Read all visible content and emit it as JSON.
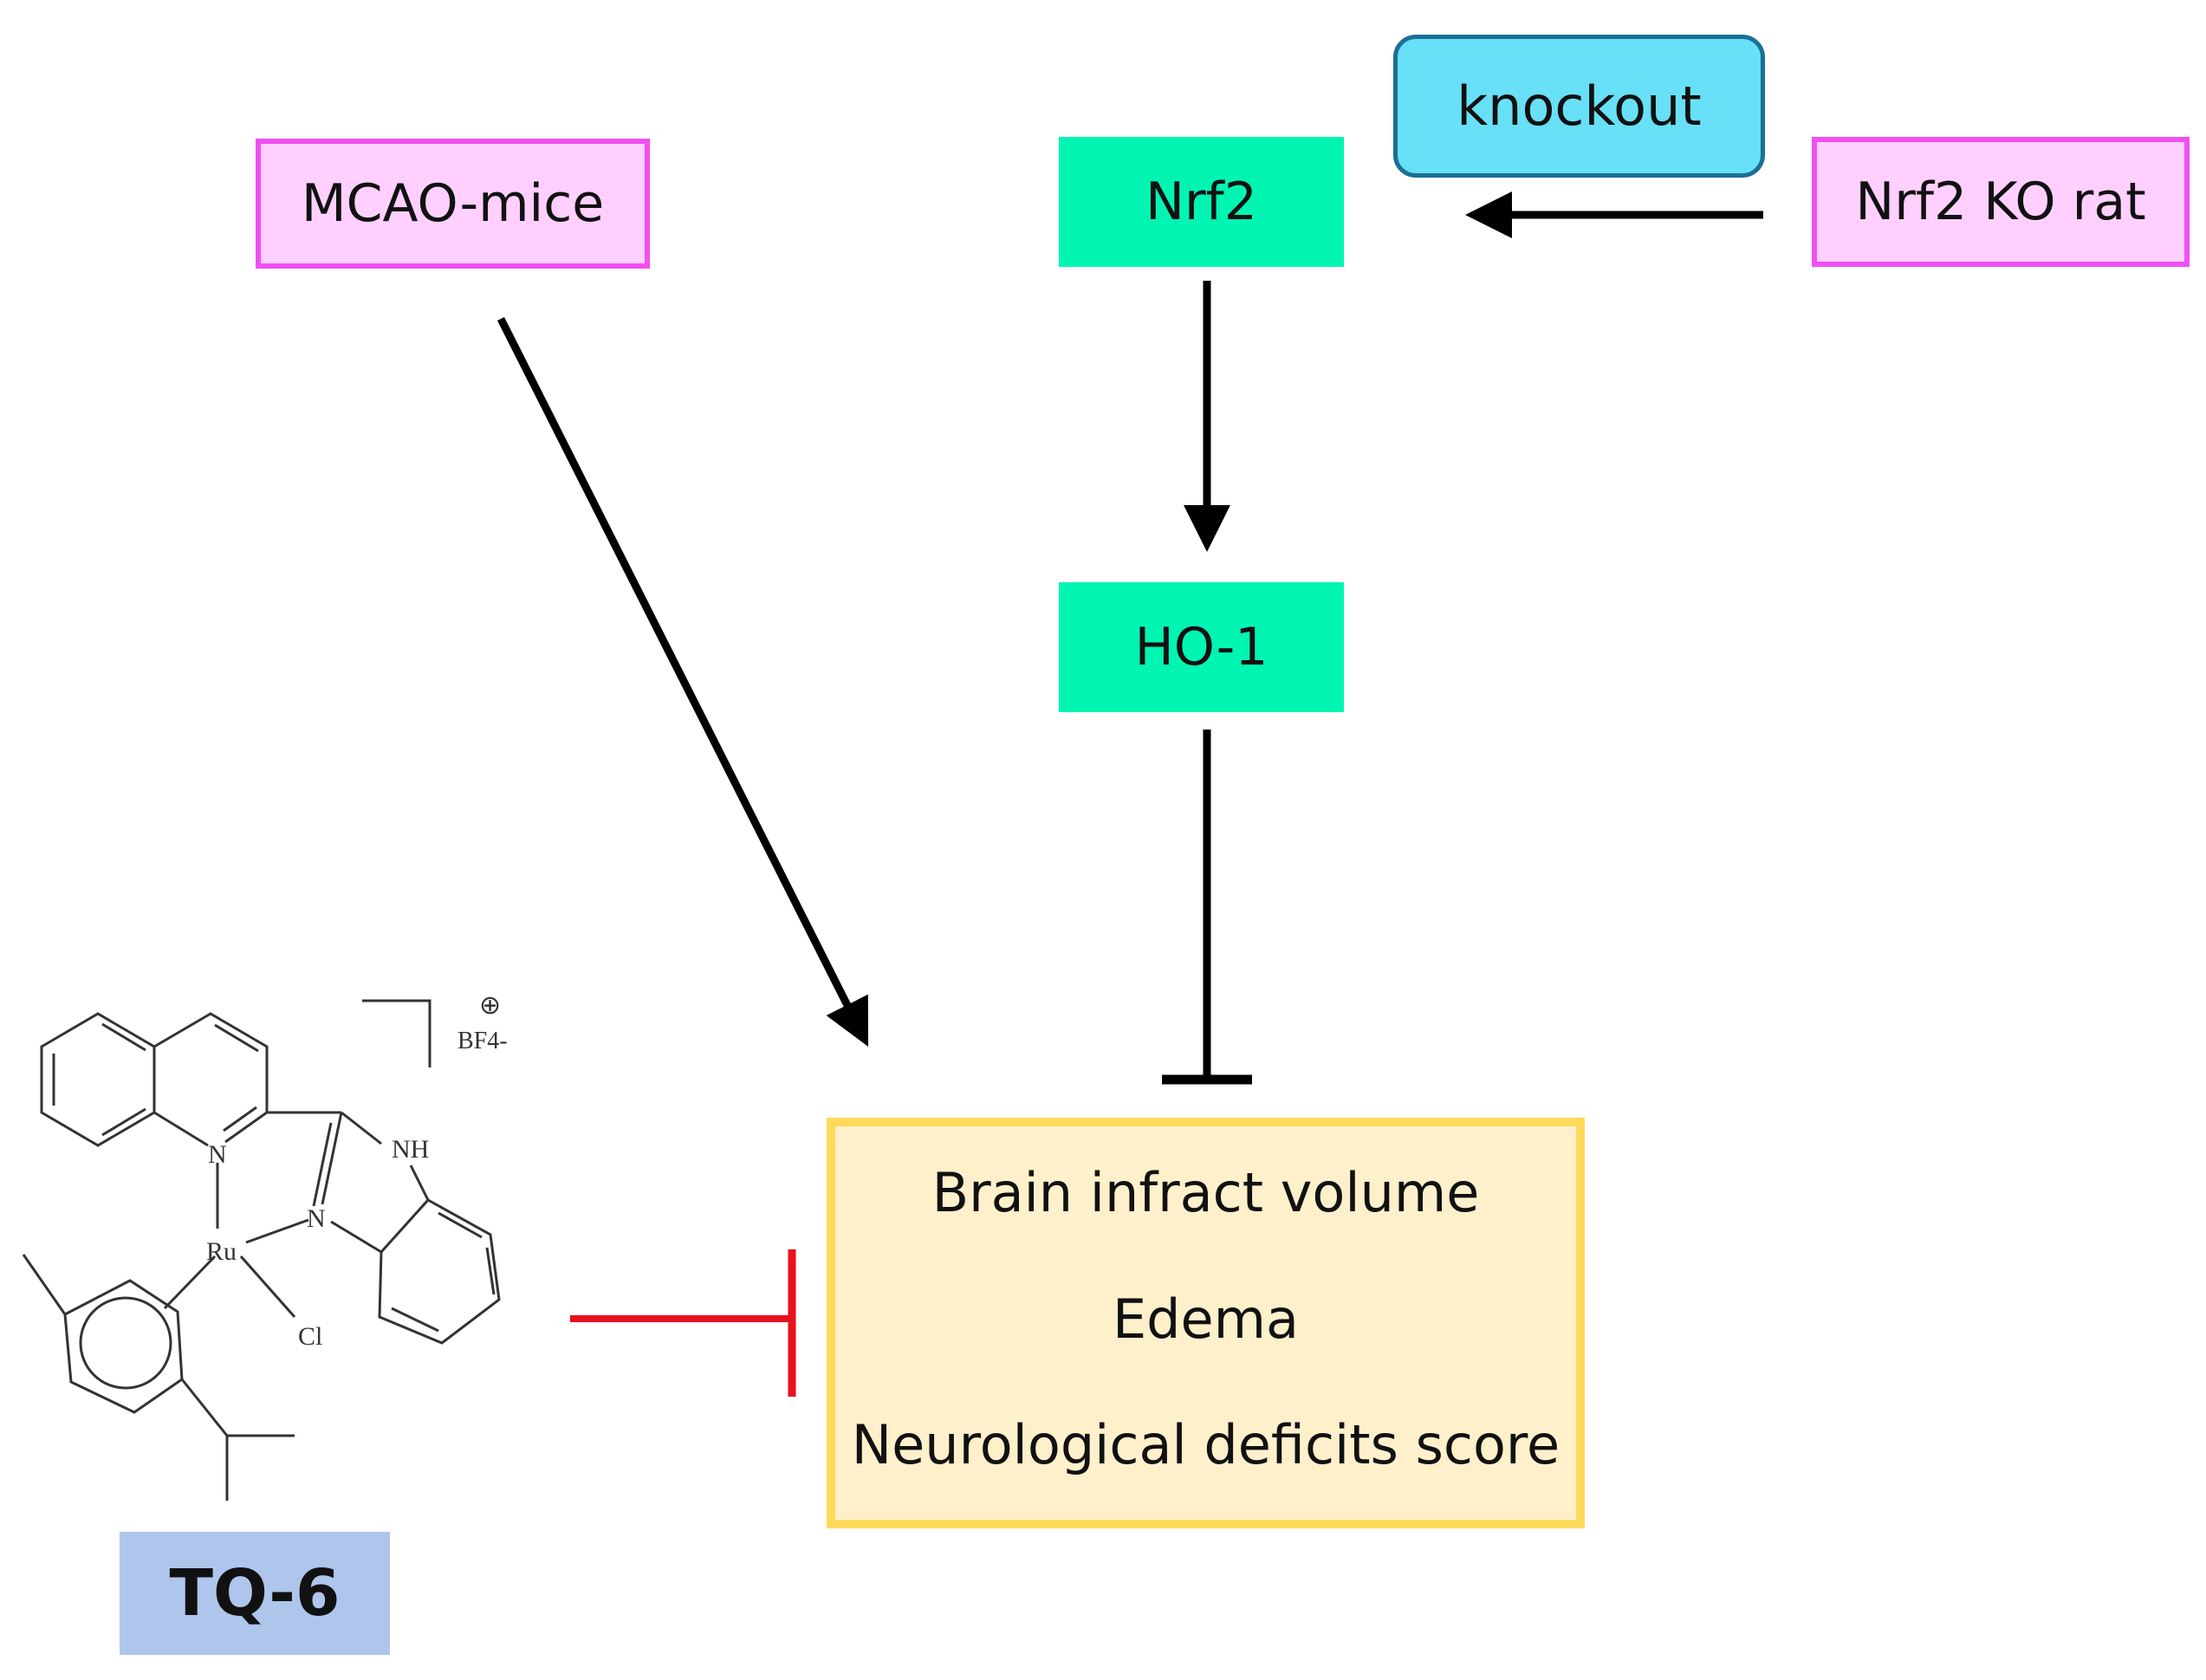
{
  "nodes": {
    "mcao_mice": "MCAO-mice",
    "nrf2": "Nrf2",
    "knockout": "knockout",
    "nrf2_ko_rat": "Nrf2 KO rat",
    "ho1": "HO-1",
    "tq6": "TQ-6"
  },
  "outcomes": [
    "Brain infract volume",
    "Edema",
    "Neurological deficits score"
  ],
  "structure_labels": {
    "n_quinoline": "N",
    "nh": "NH",
    "n_imidazole": "N",
    "ru": "Ru",
    "cl": "Cl",
    "counterion": "BF4-",
    "charge": "⊕"
  },
  "colors": {
    "pink_fill": "#ffd0ff",
    "pink_border": "#f04ff0",
    "green_fill": "#00f5b3",
    "knockout_fill": "#68e0f7",
    "outcome_fill": "#fff0cc",
    "outcome_border": "#ffd95a",
    "tq6_fill": "#aec6ec",
    "inhibit_red": "#e8101c",
    "arrow_black": "#000000"
  }
}
